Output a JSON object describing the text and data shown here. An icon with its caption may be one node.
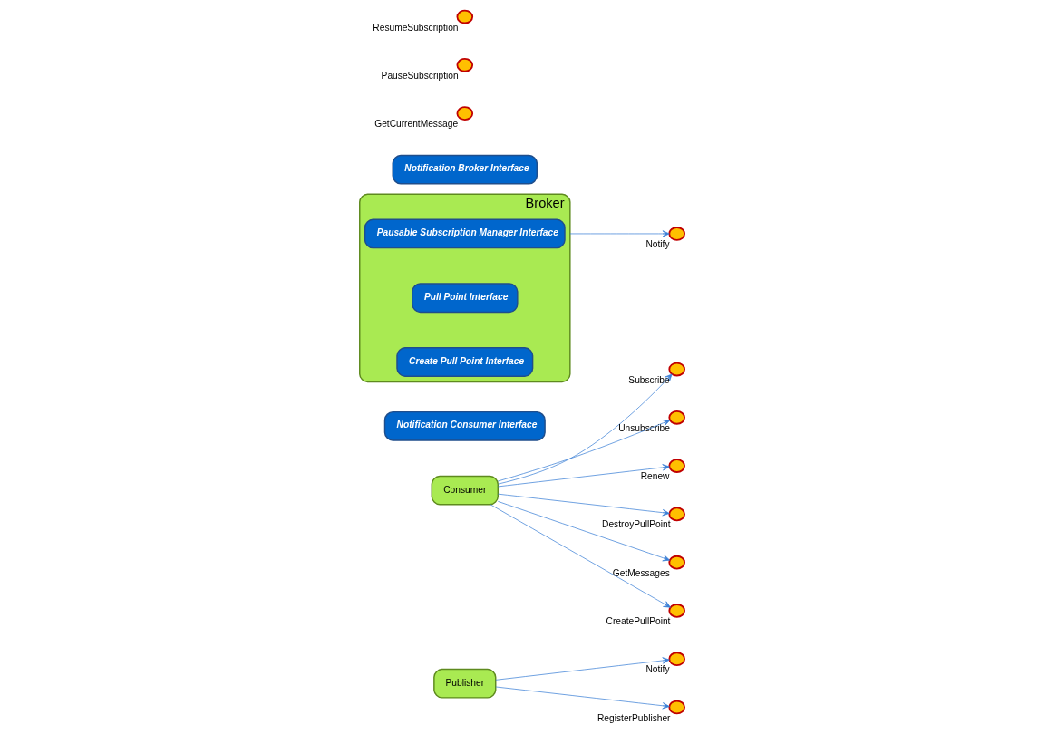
{
  "diagram": {
    "nodes": [
      {
        "text": [
          "Publisher"
        ]
      },
      {
        "text": [
          "Consumer"
        ]
      },
      {
        "text": [
          "Notification Consumer Interface"
        ]
      },
      {
        "text": [
          "Broker"
        ]
      },
      {
        "text": [
          "Notification Broker Interface"
        ]
      },
      {
        "text": [
          "Pausable Subscription Manager Interface"
        ],
        "in": 3
      },
      {
        "text": [
          "Pull Point Interface"
        ],
        "in": 3
      },
      {
        "text": [
          "Create Pull Point Interface"
        ],
        "in": 3
      },
      {
        "text": [],
        "shape": "circle",
        "beside": [
          "Notify"
        ]
      },
      {
        "text": [],
        "shape": "circle",
        "beside": [
          "Notify"
        ]
      },
      {
        "text": [],
        "shape": "circle",
        "beside": [
          "RegisterPublisher"
        ]
      },
      {
        "text": [],
        "shape": "circle",
        "beside": [
          "Subscribe"
        ]
      },
      {
        "text": [],
        "shape": "circle",
        "beside": [
          "GetCurrentMessage"
        ]
      },
      {
        "text": [],
        "shape": "circle",
        "beside": [
          "PauseSubscription"
        ]
      },
      {
        "text": [],
        "shape": "circle",
        "beside": [
          "ResumeSubscription"
        ]
      },
      {
        "text": [],
        "shape": "circle",
        "beside": [
          "Unsubscribe"
        ]
      },
      {
        "text": [],
        "shape": "circle",
        "beside": [
          "Renew"
        ]
      },
      {
        "text": [],
        "shape": "circle",
        "beside": [
          "DestroyPullPoint"
        ]
      },
      {
        "text": [],
        "shape": "circle",
        "beside": [
          "GetMessages"
        ]
      },
      {
        "text": [],
        "shape": "circle",
        "beside": [
          "CreatePullPoint"
        ]
      }
    ],
    "edges": [
      {
        "from": 0,
        "to": 9,
        "arrow": "to"
      },
      {
        "from": 0,
        "to": 10,
        "arrow": "to"
      },
      {
        "from": 3,
        "to": 8,
        "arrow": "to"
      },
      {
        "from": 1,
        "to": 11,
        "arrow": "to"
      },
      {
        "from": 1,
        "to": 15,
        "arrow": "to"
      },
      {
        "from": 1,
        "to": 16,
        "arrow": "to"
      },
      {
        "from": 1,
        "to": 17,
        "arrow": "to"
      },
      {
        "from": 1,
        "to": 18,
        "arrow": "to"
      },
      {
        "from": 1,
        "to": 19,
        "arrow": "to"
      }
    ]
  }
}
